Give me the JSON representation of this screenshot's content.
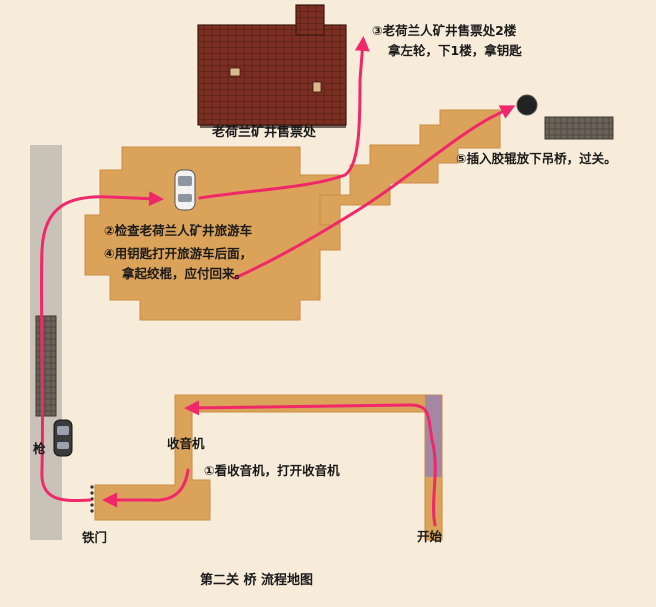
{
  "title": "第二关 桥 流程地图",
  "colors": {
    "background": "#f6ecd9",
    "floor": "#dba25a",
    "floor_edge": "#c98d45",
    "route": "#f0286a",
    "road": "#c9c2b8",
    "roof": "#7a2f22",
    "bridge": "#6b6258"
  },
  "labels": {
    "ticket_office": "老荷兰矿井售票处",
    "step1": "①看收音机，打开收音机",
    "step2": "②检查老荷兰人矿井旅游车",
    "step3_line1": "③老荷兰人矿井售票处2楼",
    "step3_line2": "拿左轮，下1楼，拿钥匙",
    "step4_line1": "④用钥匙打开旅游车后面，",
    "step4_line2": "拿起绞棍，应付回来。",
    "step5": "⑤插入胶辊放下吊桥，过关。",
    "radio": "收音机",
    "gun": "枪",
    "iron_gate": "铁门",
    "start": "开始"
  },
  "icons": {
    "car": "car-icon",
    "roof": "roof-icon",
    "winch": "winch-icon",
    "drawbridge": "drawbridge-icon",
    "bridge": "bridge-icon",
    "gate": "gate-icon"
  }
}
